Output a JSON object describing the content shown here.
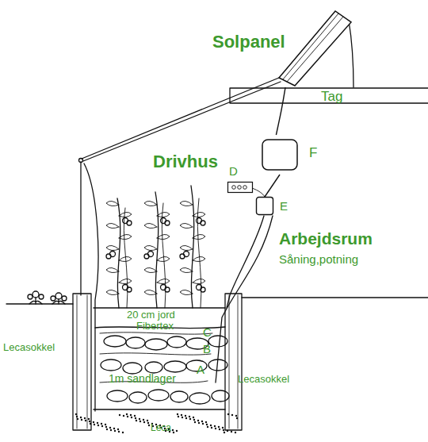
{
  "diagram": {
    "nodes": [
      {
        "text": [
          "Solpanel"
        ]
      },
      {
        "text": [
          "F"
        ]
      },
      {
        "text": [
          "D"
        ]
      },
      {
        "text": [
          "E"
        ]
      }
    ],
    "edges": [
      {
        "from": 0,
        "to": 1,
        "arrow": "none"
      },
      {
        "from": 1,
        "to": 3,
        "arrow": "none"
      }
    ],
    "labels": [
      "Tag",
      "Drivhus",
      "Arbejdsrum",
      "Såning,potning",
      "20 cm jord",
      "Fibertex",
      "C",
      "B",
      "A",
      "1m sandlager",
      "Lecasokkel",
      "Lecasokkel",
      "Leca"
    ]
  }
}
